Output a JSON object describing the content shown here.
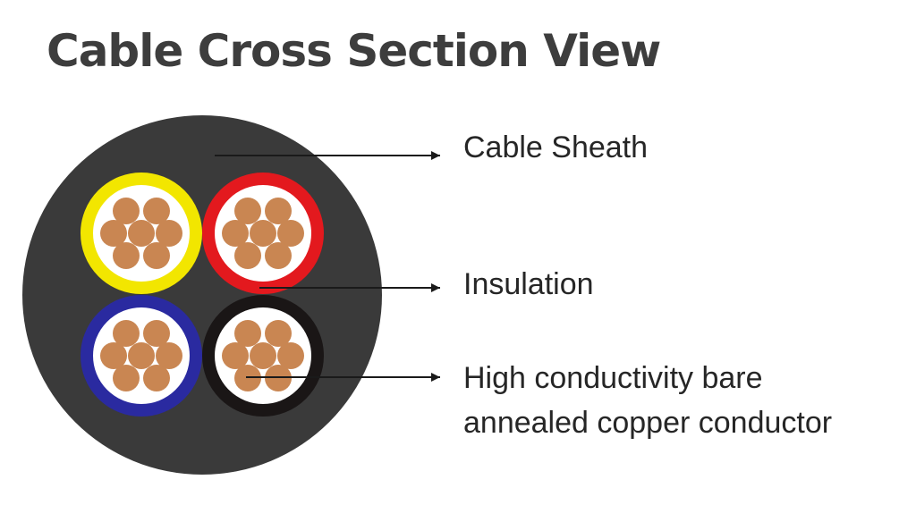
{
  "title": "Cable Cross Section View",
  "labels": {
    "sheath": "Cable Sheath",
    "insulation": "Insulation",
    "conductor_line1": "High conductivity bare",
    "conductor_line2": "annealed copper conductor"
  },
  "colors": {
    "title": "#3d3d3d",
    "sheath": "#3a3a3a",
    "cores": [
      "#f2e600",
      "#e3191e",
      "#2a2aa0",
      "#1a1616"
    ],
    "insulation_fill": "#ffffff",
    "copper": "#c98652",
    "arrow": "#1a1a1a"
  }
}
